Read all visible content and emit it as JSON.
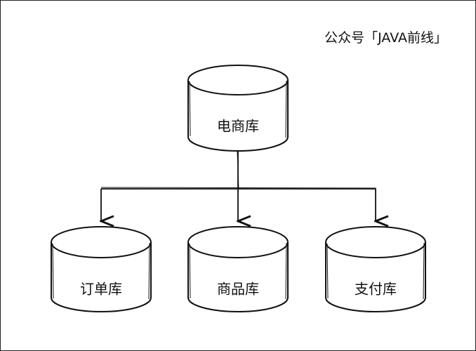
{
  "watermark": "公众号「JAVA前线」",
  "nodes": {
    "root": {
      "label": "电商库"
    },
    "order": {
      "label": "订单库"
    },
    "product": {
      "label": "商品库"
    },
    "payment": {
      "label": "支付库"
    }
  },
  "colors": {
    "stroke": "#111111",
    "background": "#ffffff"
  }
}
